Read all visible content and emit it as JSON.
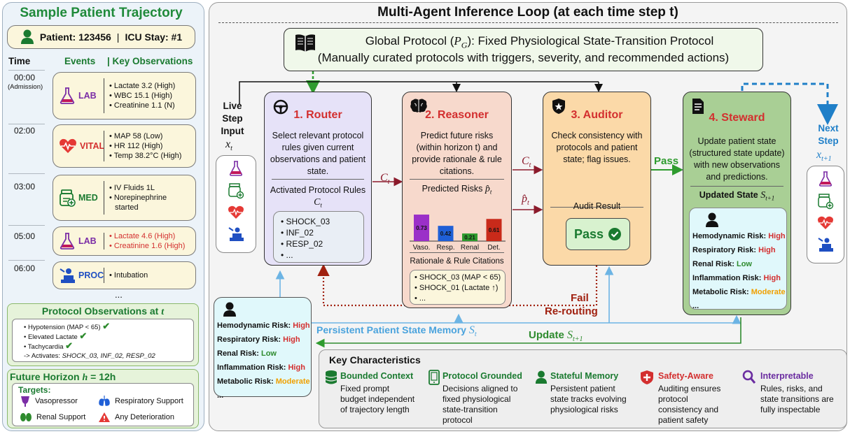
{
  "left": {
    "title": "Sample Patient Trajectory",
    "patient": "Patient: 123456",
    "icu_stay": "ICU Stay: #1",
    "headers": {
      "time": "Time",
      "events": "Events",
      "key_obs": "Key Observations"
    },
    "events": [
      {
        "time": "00:00",
        "time_sub": "(Admission)",
        "tag": "LAB",
        "tag_color": "#7b2da6",
        "obs": [
          "• Lactate 3.2 (High)",
          "• WBC 15.1 (High)",
          "• Creatinine 1.1 (N)"
        ]
      },
      {
        "time": "02:00",
        "tag": "VITAL",
        "tag_color": "#d32f2f",
        "obs": [
          "• MAP 58 (Low)",
          "• HR 112 (High)",
          "• Temp 38.2°C (High)"
        ]
      },
      {
        "time": "03:00",
        "tag": "MED",
        "tag_color": "#1a7a30",
        "obs": [
          "• IV Fluids 1L",
          "• Norepinephrine",
          "  started"
        ]
      },
      {
        "time": "05:00",
        "tag": "LAB",
        "tag_color": "#7b2da6",
        "obs": [
          "• Lactate 4.6 (High)",
          "• Creatinine 1.6 (High)"
        ],
        "obs_color": "#d32f2f"
      },
      {
        "time": "06:00",
        "tag": "PROC",
        "tag_color": "#1f4fc2",
        "obs": [
          "• Intubation"
        ]
      }
    ],
    "ellipsis": "...",
    "protocol_obs": {
      "title": "Protocol Observations at",
      "title_var": "t",
      "items": [
        "• Hypotension (MAP < 65)",
        "• Elevated Lactate",
        "• Tachycardia"
      ],
      "activates_prefix": "-> Activates: ",
      "activates": "SHOCK_03, INF_02, RESP_02"
    },
    "future": {
      "title": "Future Horizon",
      "title_var": "h",
      "title_val": " = 12h",
      "targets_label": "Targets:",
      "targets": [
        "Vasopressor",
        "Respiratory Support",
        "Renal Support",
        "Any Deterioration"
      ]
    }
  },
  "loop": {
    "title": "Multi-Agent Inference Loop (at each time step t)",
    "protocol_line1a": "Global Protocol (",
    "protocol_var": "P",
    "protocol_sub": "G",
    "protocol_line1b": "): Fixed Physiological State-Transition Protocol",
    "protocol_line2": "(Manually curated protocols with triggers, severity, and recommended actions)",
    "live_input": [
      "Live",
      "Step",
      "Input"
    ],
    "x_t": "x",
    "x_t_sub": "t",
    "next_step": [
      "Next",
      "Step"
    ],
    "x_next": "x",
    "x_next_sub": "t+1",
    "router": {
      "title": "1. Router",
      "desc": "Select relevant protocol rules given current observations and patient state.",
      "rules_label": "Activated Protocol Rules",
      "rules_var": "C",
      "rules_sub": "t",
      "rules": [
        "•      SHOCK_03",
        "•       INF_02",
        "•      RESP_02",
        "•            ..."
      ]
    },
    "reasoner": {
      "title": "2. Reasoner",
      "desc": "Predict future risks (within horizon t) and provide rationale & rule citations.",
      "risks_label": "Predicted Risks",
      "citations_label": "Rationale & Rule Citations",
      "citations": [
        "• SHOCK_03 (MAP < 65)",
        "• SHOCK_01 (Lactate ↑)",
        "•               ..."
      ]
    },
    "auditor": {
      "title": "3. Auditor",
      "desc": "Check consistency with protocols and patient state; flag issues.",
      "result_label": "Audit Result",
      "result": "Pass"
    },
    "steward": {
      "title": "4. Steward",
      "desc": "Update patient state (structured state update) with new observations and predictions.",
      "updated_label": "Updated State",
      "updated_var": "S",
      "updated_sub": "t+1"
    },
    "risk_state": [
      {
        "label": "Hemodynamic Risk: ",
        "value": "High",
        "color": "#d32f2f"
      },
      {
        "label": "Respiratory Risk: ",
        "value": "High",
        "color": "#d32f2f"
      },
      {
        "label": "Renal Risk: ",
        "value": "Low",
        "color": "#2e8b2e"
      },
      {
        "label": "Inflammation Risk: ",
        "value": "High",
        "color": "#d32f2f"
      },
      {
        "label": "Metabolic Risk: ",
        "value": "Moderate",
        "color": "#f0a000"
      }
    ],
    "state_ellipsis": "...",
    "edge_ct": "C",
    "edge_ct_sub": "t",
    "edge_pt": "p̂",
    "edge_pt_sub": "t",
    "pass_label": "Pass",
    "fail_label": "Fail",
    "rerouting_label": "Re-routing",
    "memory_label": "Persistent Patient State Memory",
    "memory_var": "S",
    "memory_sub": "t",
    "update_label": "Update",
    "update_var": "S",
    "update_sub": "t+1"
  },
  "chart_data": {
    "type": "bar",
    "title": "Predicted Risks p̂t",
    "categories": [
      "Vaso.",
      "Resp.",
      "Renal",
      "Det."
    ],
    "values": [
      0.73,
      0.42,
      0.21,
      0.61
    ],
    "colors": [
      "#9b30c8",
      "#1f5fd6",
      "#2e9b2e",
      "#c92a1a"
    ],
    "ylim": [
      0,
      1
    ]
  },
  "key": {
    "title": "Key Characteristics",
    "items": [
      {
        "title": "Bounded Context",
        "color": "#1a7a30",
        "desc": [
          "Fixed prompt",
          "budget independent",
          "of trajectory length"
        ]
      },
      {
        "title": "Protocol Grounded",
        "color": "#1a7a30",
        "desc": [
          "Decisions aligned to",
          "fixed physiological",
          "state-transition",
          "protocol"
        ]
      },
      {
        "title": "Stateful Memory",
        "color": "#1a7a30",
        "desc": [
          "Persistent patient",
          "state tracks evolving",
          "physiological risks"
        ]
      },
      {
        "title": "Safety-Aware",
        "color": "#d32f2f",
        "desc": [
          "Auditing ensures",
          "protocol",
          "consistency and",
          "patient safety"
        ]
      },
      {
        "title": "Interpretable",
        "color": "#6a2ca0",
        "desc": [
          "Rules, risks, and",
          "state transitions are",
          "fully inspectable"
        ]
      }
    ]
  }
}
